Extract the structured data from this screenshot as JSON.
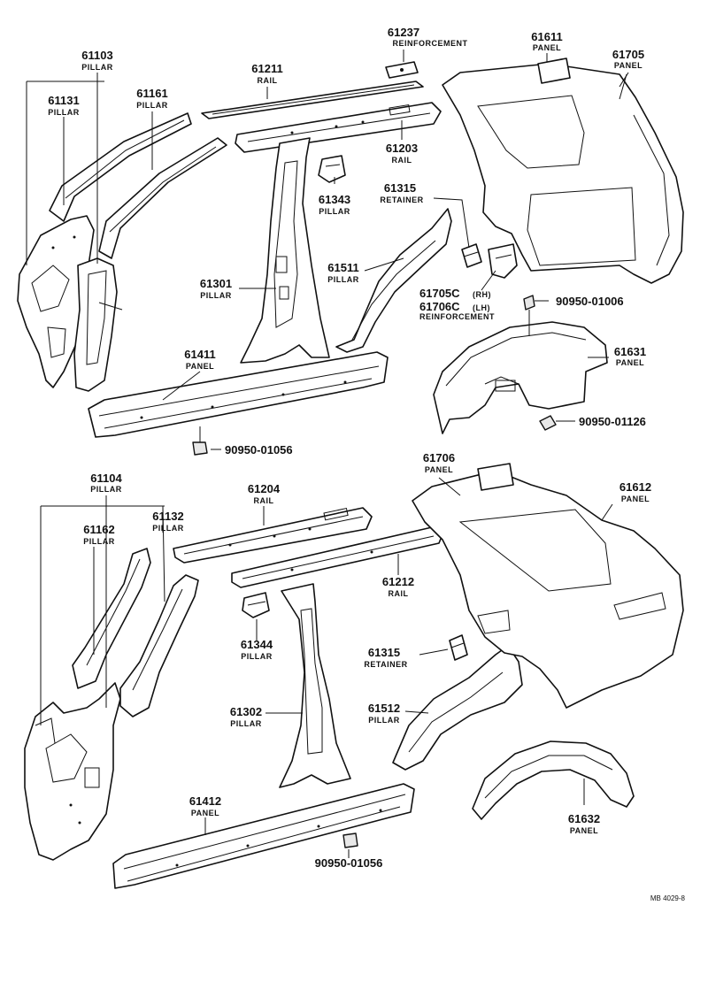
{
  "labels": {
    "p61103": {
      "num": "61103",
      "desc": "PILLAR"
    },
    "p61131": {
      "num": "61131",
      "desc": "PILLAR"
    },
    "p61161": {
      "num": "61161",
      "desc": "PILLAR"
    },
    "p61211": {
      "num": "61211",
      "desc": "RAIL"
    },
    "p61237": {
      "num": "61237",
      "desc": "REINFORCEMENT"
    },
    "p61611": {
      "num": "61611",
      "desc": "PANEL"
    },
    "p61705": {
      "num": "61705",
      "desc": "PANEL"
    },
    "p61203": {
      "num": "61203",
      "desc": "RAIL"
    },
    "p61343": {
      "num": "61343",
      "desc": "PILLAR"
    },
    "p61315a": {
      "num": "61315",
      "desc": "RETAINER"
    },
    "p61511": {
      "num": "61511",
      "desc": "PILLAR"
    },
    "p61301": {
      "num": "61301",
      "desc": "PILLAR"
    },
    "p61705c": {
      "num": "61705C",
      "desc": "(RH)"
    },
    "p61706c": {
      "num": "61706C",
      "desc": "(LH)"
    },
    "reinf2": {
      "desc": "REINFORCEMENT"
    },
    "f90950_01006": {
      "num": "90950-01006"
    },
    "p61411": {
      "num": "61411",
      "desc": "PANEL"
    },
    "p61631": {
      "num": "61631",
      "desc": "PANEL"
    },
    "f90950_01126": {
      "num": "90950-01126"
    },
    "f90950_01056a": {
      "num": "90950-01056"
    },
    "p61104": {
      "num": "61104",
      "desc": "PILLAR"
    },
    "p61706": {
      "num": "61706",
      "desc": "PANEL"
    },
    "p61204": {
      "num": "61204",
      "desc": "RAIL"
    },
    "p61612": {
      "num": "61612",
      "desc": "PANEL"
    },
    "p61162": {
      "num": "61162",
      "desc": "PILLAR"
    },
    "p61132": {
      "num": "61132",
      "desc": "PILLAR"
    },
    "p61212": {
      "num": "61212",
      "desc": "RAIL"
    },
    "p61344": {
      "num": "61344",
      "desc": "PILLAR"
    },
    "p61315b": {
      "num": "61315",
      "desc": "RETAINER"
    },
    "p61302": {
      "num": "61302",
      "desc": "PILLAR"
    },
    "p61512": {
      "num": "61512",
      "desc": "PILLAR"
    },
    "p61412": {
      "num": "61412",
      "desc": "PANEL"
    },
    "p61632": {
      "num": "61632",
      "desc": "PANEL"
    },
    "f90950_01056b": {
      "num": "90950-01056"
    }
  },
  "reference_code": "MB 4029-8"
}
